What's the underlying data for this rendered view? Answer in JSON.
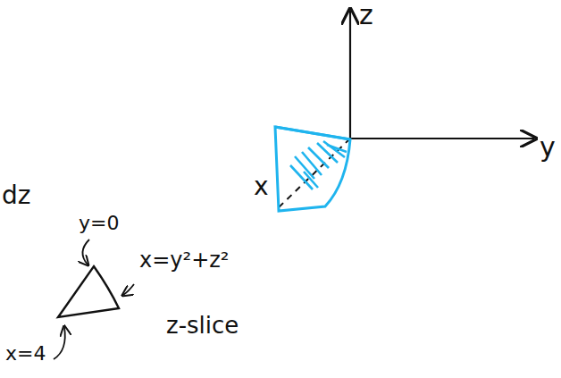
{
  "diagram": {
    "labels": [
      "z",
      "y",
      "x",
      "dz",
      "y=0",
      "x=y²+z²",
      "z-slice",
      "x=4"
    ]
  }
}
